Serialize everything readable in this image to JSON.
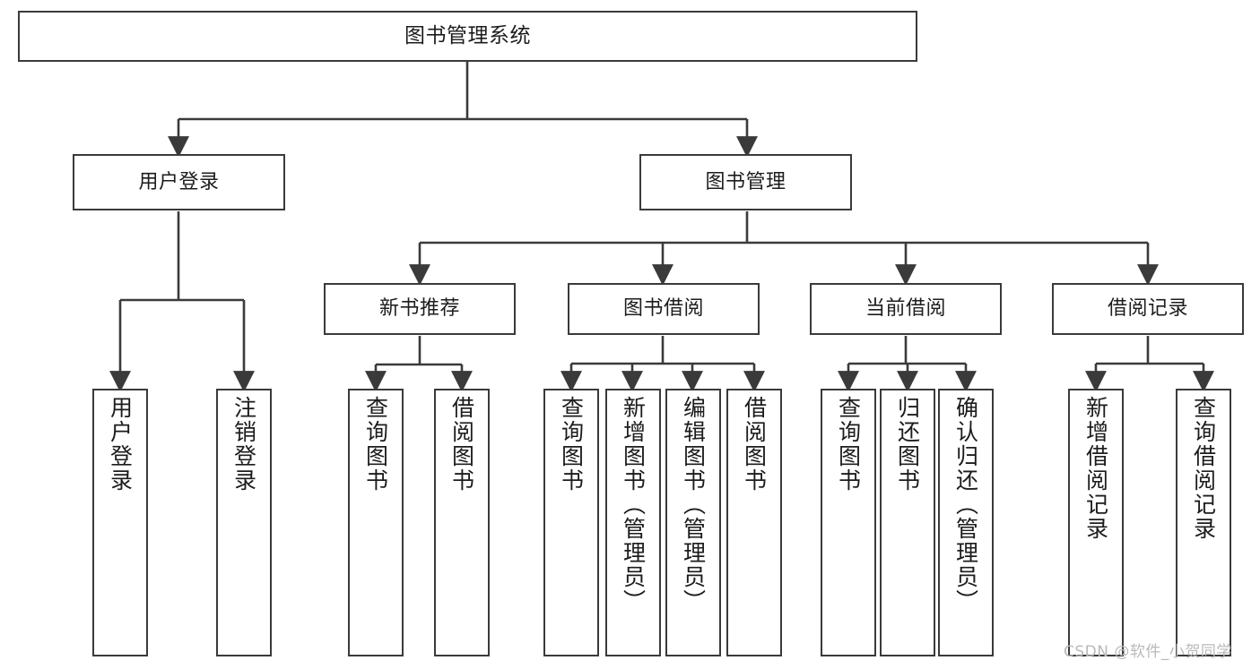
{
  "diagram": {
    "title": "图书管理系统",
    "type": "tree-hierarchy",
    "orientation": "top-down",
    "colors": {
      "box_border": "#3a3a3a",
      "box_fill": "#ffffff",
      "edge": "#3a3a3a",
      "text": "#1c1c1c",
      "watermark": "#b9b9b9",
      "background": "#ffffff"
    },
    "root": {
      "label": "图书管理系统"
    },
    "level2": [
      {
        "label": "用户登录"
      },
      {
        "label": "图书管理"
      }
    ],
    "level3": [
      {
        "label": "新书推荐"
      },
      {
        "label": "图书借阅"
      },
      {
        "label": "当前借阅"
      },
      {
        "label": "借阅记录"
      }
    ],
    "leaves": {
      "user_login": [
        {
          "label": "用户登录"
        },
        {
          "label": "注销登录"
        }
      ],
      "new_book_recommend": [
        {
          "label": "查询图书"
        },
        {
          "label": "借阅图书"
        }
      ],
      "book_borrow": [
        {
          "label": "查询图书"
        },
        {
          "label": "新增图书（管理员）"
        },
        {
          "label": "编辑图书（管理员）"
        },
        {
          "label": "借阅图书"
        }
      ],
      "current_borrow": [
        {
          "label": "查询图书"
        },
        {
          "label": "归还图书"
        },
        {
          "label": "确认归还（管理员）"
        }
      ],
      "borrow_record": [
        {
          "label": "新增借阅记录"
        },
        {
          "label": "查询借阅记录"
        }
      ]
    },
    "watermark": "CSDN @软件_小贺同学"
  }
}
